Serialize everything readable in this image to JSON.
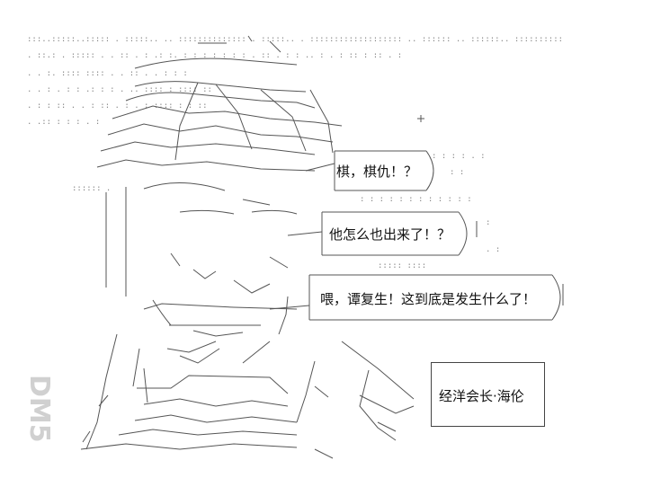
{
  "bubbles": {
    "b1": "棋，棋仇！？",
    "b2": "他怎么也出来了！？",
    "b3": "喂，谭复生！这到底是发生什么了！"
  },
  "name_box": "经洋会长·海伦",
  "logo": "DM5"
}
